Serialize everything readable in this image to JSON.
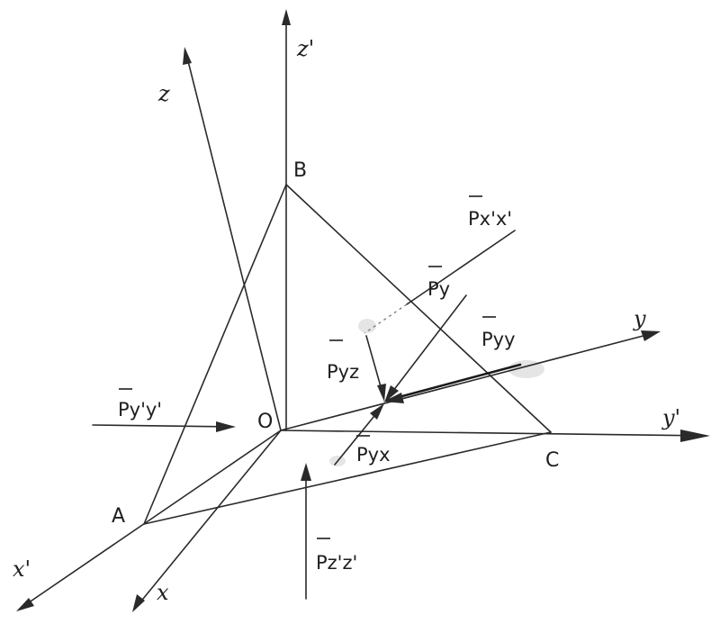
{
  "diagram": {
    "points": {
      "O": "O",
      "A": "A",
      "B": "B",
      "C": "C"
    },
    "axes": {
      "x": "x",
      "y": "y",
      "z": "z",
      "x_prime": "x'",
      "y_prime": "y'",
      "z_prime": "z'"
    },
    "vectors": {
      "p_xx": "Px'x'",
      "p_y": "Py",
      "p_yy": "Pyy",
      "p_yz": "Pyz",
      "p_yx": "Pyx",
      "p_y1y1": "Py'y'",
      "p_z1z1": "Pz'z'"
    },
    "colors": {
      "ink": "#2a2a2a",
      "paper": "#ffffff"
    }
  }
}
